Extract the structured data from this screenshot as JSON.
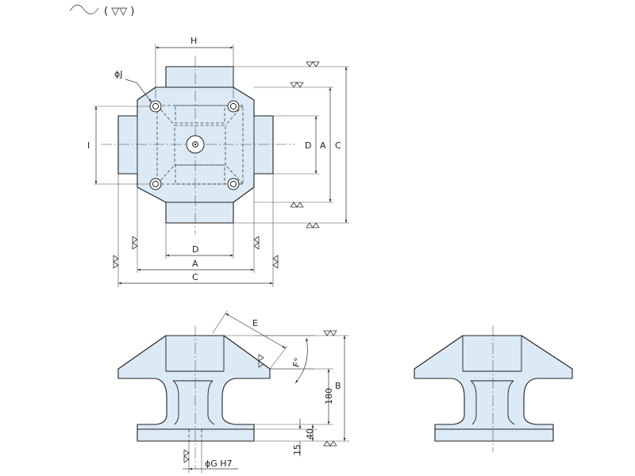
{
  "header": {
    "finish_symbol": "( ▽▽ )"
  },
  "plan_view": {
    "labels": {
      "H": "H",
      "phi_J": "ϕJ",
      "I": "I",
      "D_vertical": "D",
      "A_vertical": "A",
      "C_vertical": "C",
      "D_horizontal": "D",
      "A_horizontal": "A",
      "C_horizontal": "C"
    }
  },
  "front_view": {
    "labels": {
      "E": "E",
      "F_angle": "F°",
      "dim_180": "180",
      "B": "B",
      "dim_40": "40",
      "dim_15": "15",
      "phi_G_H7": "ϕG H7"
    }
  },
  "colors": {
    "part_fill": "#dceaf6",
    "outline": "#1f1f1f"
  }
}
